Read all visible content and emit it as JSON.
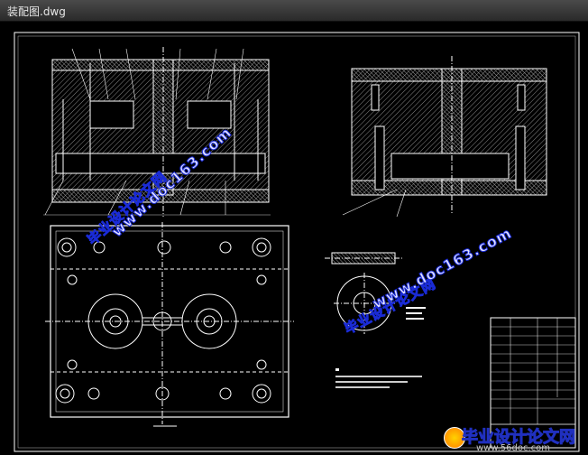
{
  "window": {
    "title": "装配图.dwg"
  },
  "watermarks": [
    {
      "text": "毕业设计论文网",
      "kind": "cn"
    },
    {
      "text": "www.doc163.com",
      "kind": "url"
    },
    {
      "text": "毕业设计论文网",
      "kind": "cn"
    },
    {
      "text": "www.doc163.com",
      "kind": "url"
    }
  ],
  "footer": {
    "brand": "毕业设计论文网",
    "url": "www.56doc.com"
  },
  "colors": {
    "background": "#000000",
    "lines": "#ffffff",
    "watermark": "#1a2bd6"
  }
}
